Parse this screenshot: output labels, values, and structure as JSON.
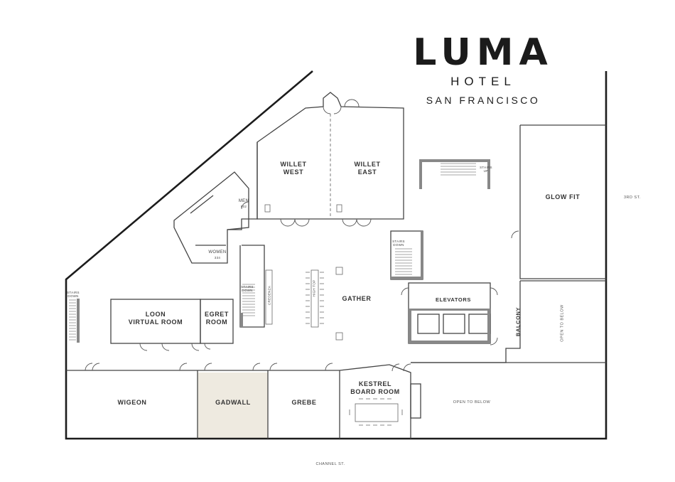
{
  "logo": {
    "brand": "LUMA",
    "sub": "HOTEL",
    "city": "SAN FRANCISCO"
  },
  "colors": {
    "wall": "#1c1c1c",
    "thin": "#555555",
    "stairs": "#888888",
    "highlight": "#eeeae0"
  },
  "highlighted_room": "GADWALL",
  "rooms": {
    "willet_west": "WILLET\nWEST",
    "willet_east": "WILLET\nEAST",
    "men": "MEN",
    "men_num": "502",
    "women": "WOMEN",
    "women_num": "334",
    "glow_fit": "GLOW FIT",
    "gather": "GATHER",
    "elevators": "ELEVATORS",
    "balcony": "BALCONY",
    "loon": "LOON\nVIRTUAL ROOM",
    "egret": "EGRET\nROOM",
    "wigeon": "WIGEON",
    "gadwall": "GADWALL",
    "grebe": "GREBE",
    "kestrel": "KESTREL\nBOARD ROOM"
  },
  "notes": {
    "stairs_up": "STAIRS\nUP",
    "stairs_down_center": "STAIRS\nDOWN",
    "stairs_down_left": "STAIRS\nDOWN",
    "stairs_down_west": "STAIRS\nDOWN",
    "credenza": "CREDENZA",
    "high_top": "HIGH TOP",
    "open_below_right": "OPEN TO BELOW",
    "open_below_bottom": "OPEN TO BELOW"
  },
  "streets": {
    "third": "3RD ST.",
    "channel": "CHANNEL ST."
  }
}
